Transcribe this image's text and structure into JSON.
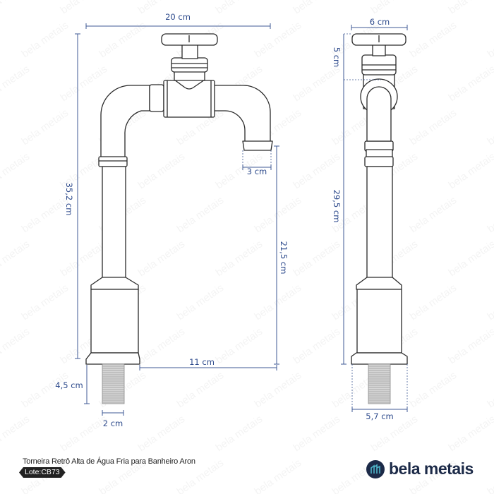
{
  "watermark": "bela metais",
  "front_view": {
    "width_label": "20 cm",
    "height_label": "35,2 cm",
    "spout_label": "3 cm",
    "spout_height_label": "21,5 cm",
    "reach_label": "11 cm",
    "thread_length_label": "4,5 cm",
    "thread_width_label": "2 cm"
  },
  "side_view": {
    "handle_width_label": "6 cm",
    "handle_height_label": "5 cm",
    "body_height_label": "29,5 cm",
    "base_width_label": "5,7 cm"
  },
  "footer": {
    "product_title": "Torneira Retrô Alta de Água Fria para Banheiro Aron",
    "lot_label": "Lote:CB73",
    "brand_name": "bela metais"
  },
  "colors": {
    "dimension": "#3f5a94",
    "brand": "#1c2a48",
    "brand_accent": "#4fb3c8"
  }
}
